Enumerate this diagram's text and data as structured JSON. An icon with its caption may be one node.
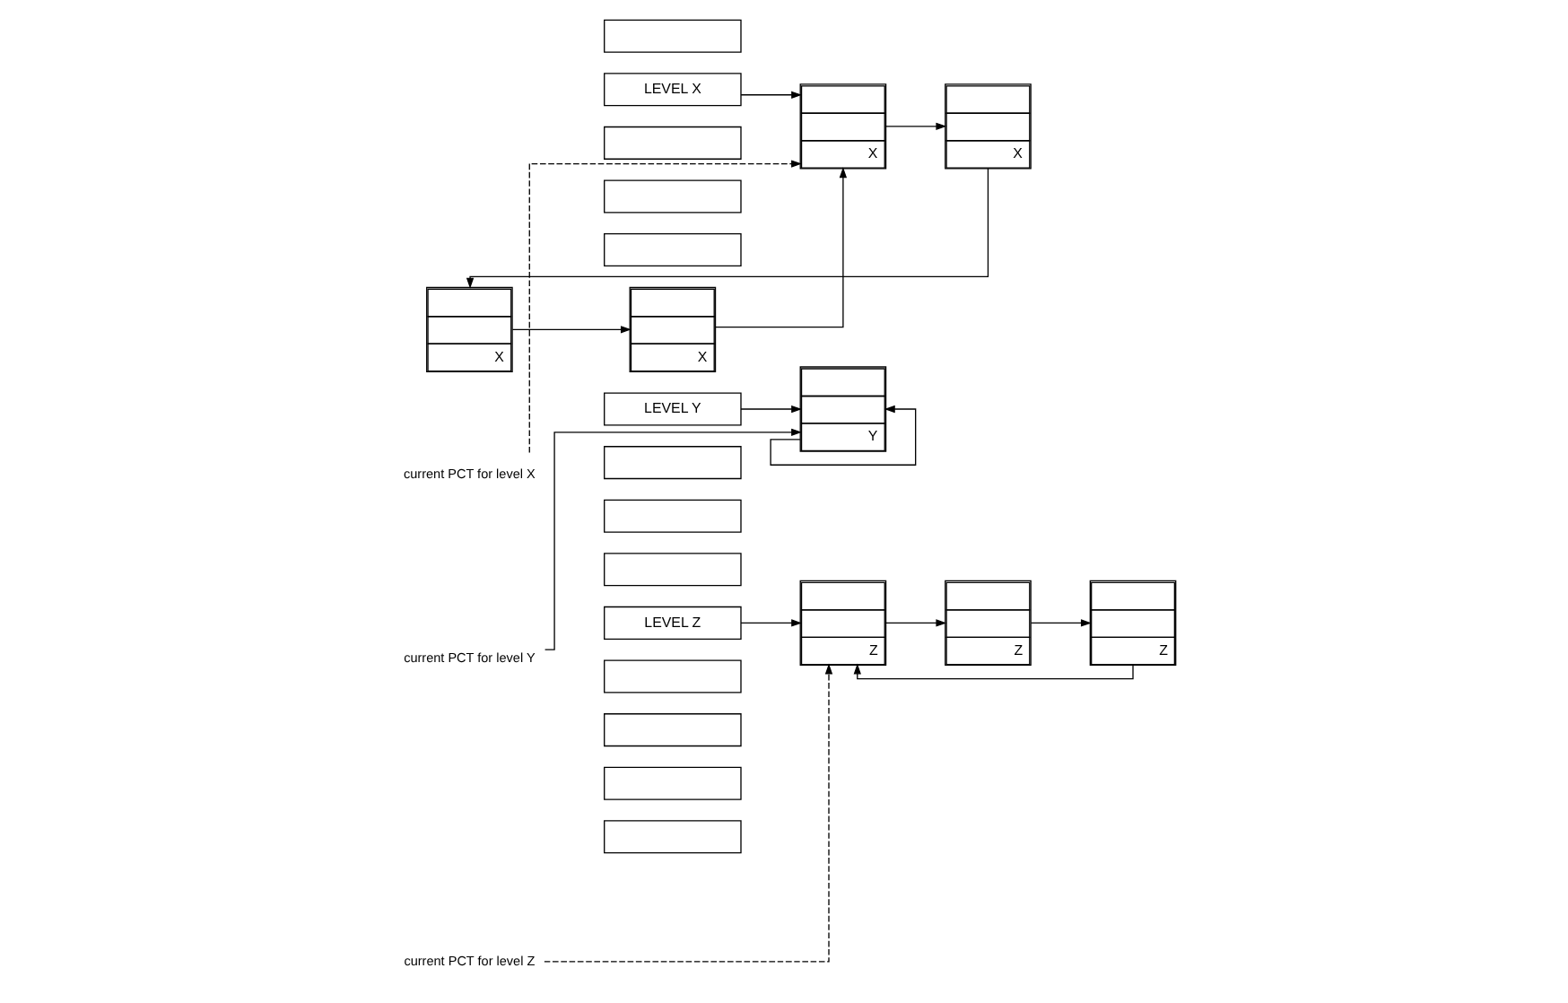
{
  "diagram": {
    "nodes": [
      {
        "text": [],
        "shape": "box"
      },
      {
        "text": [
          "LEVEL X"
        ]
      },
      {
        "text": [],
        "shape": "box"
      },
      {
        "text": [],
        "shape": "box"
      },
      {
        "text": [],
        "shape": "box"
      },
      {
        "text": [
          "LEVEL Y"
        ]
      },
      {
        "text": [],
        "shape": "box"
      },
      {
        "text": [],
        "shape": "box"
      },
      {
        "text": [
          "LEVEL Z"
        ]
      },
      {
        "text": [],
        "shape": "box"
      },
      {
        "text": [],
        "shape": "box"
      },
      {
        "text": [],
        "shape": "box"
      },
      {
        "text": [],
        "shape": "box"
      },
      {
        "text": [],
        "shape": "box"
      },
      {
        "text": [
          "X"
        ]
      },
      {
        "text": [
          "X"
        ]
      },
      {
        "text": [
          "X"
        ]
      },
      {
        "text": [
          "X"
        ]
      },
      {
        "text": [
          "Y"
        ]
      },
      {
        "text": [
          "Z"
        ]
      },
      {
        "text": [
          "Z"
        ]
      },
      {
        "text": [
          "Z"
        ]
      },
      {
        "text": [
          "current PCT for level X"
        ]
      },
      {
        "text": [
          "current PCT for level Y"
        ]
      },
      {
        "text": [
          "current PCT for level Z"
        ]
      }
    ],
    "edges": [
      {
        "from": 1,
        "to": 16,
        "arrow": "to"
      },
      {
        "from": 14,
        "to": 15,
        "arrow": "to"
      },
      {
        "from": 15,
        "to": 16,
        "arrow": "to"
      },
      {
        "from": 16,
        "to": 17,
        "arrow": "to"
      },
      {
        "from": 17,
        "to": 14,
        "arrow": "to"
      },
      {
        "from": 5,
        "to": 18,
        "arrow": "to"
      },
      {
        "from": 18,
        "to": 18,
        "arrow": "to"
      },
      {
        "from": 8,
        "to": 19,
        "arrow": "to"
      },
      {
        "from": 19,
        "to": 20,
        "arrow": "to"
      },
      {
        "from": 20,
        "to": 21,
        "arrow": "to"
      },
      {
        "from": 21,
        "to": 19,
        "arrow": "to"
      },
      {
        "from": 22,
        "to": 16,
        "arrow": "to",
        "style": "dashed"
      },
      {
        "from": 23,
        "to": 18,
        "arrow": "to"
      },
      {
        "from": 24,
        "to": 19,
        "arrow": "to",
        "style": "dashed"
      }
    ]
  }
}
